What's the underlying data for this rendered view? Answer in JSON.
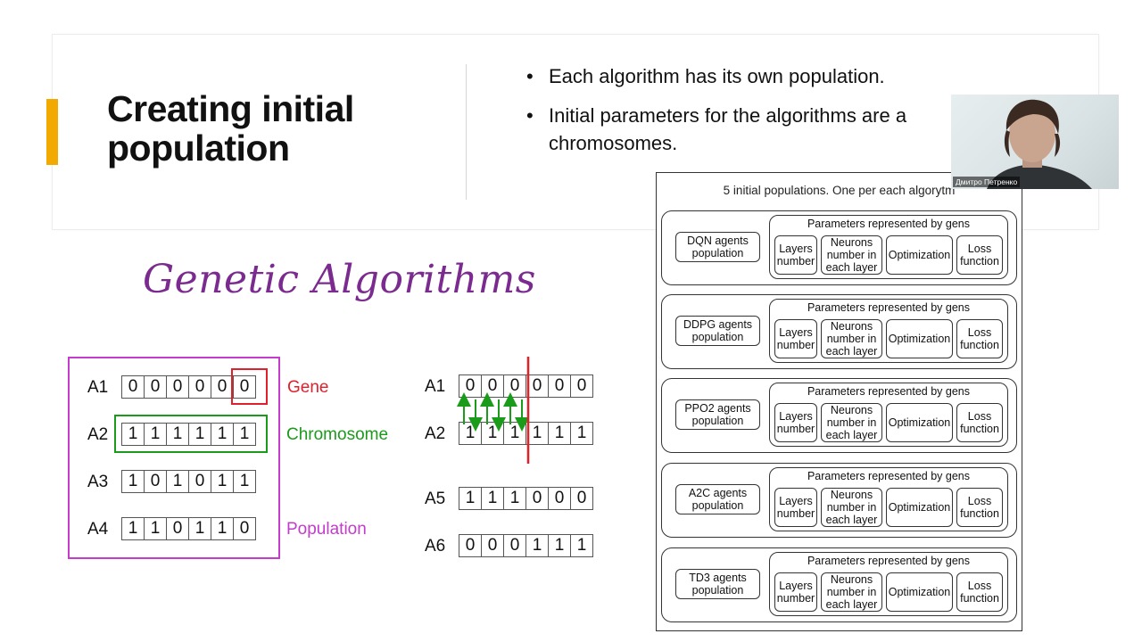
{
  "slide": {
    "title": "Creating initial population",
    "bullets": [
      "Each algorithm has its own population.",
      "Initial parameters for the algorithms are a chromosomes."
    ]
  },
  "ga": {
    "title": "Genetic Algorithms",
    "rows": [
      {
        "label": "A1",
        "bits": [
          "0",
          "0",
          "0",
          "0",
          "0",
          "0"
        ]
      },
      {
        "label": "A2",
        "bits": [
          "1",
          "1",
          "1",
          "1",
          "1",
          "1"
        ]
      },
      {
        "label": "A3",
        "bits": [
          "1",
          "0",
          "1",
          "0",
          "1",
          "1"
        ]
      },
      {
        "label": "A4",
        "bits": [
          "1",
          "1",
          "0",
          "1",
          "1",
          "0"
        ]
      }
    ],
    "annotations": {
      "gene": "Gene",
      "chromosome": "Chromosome",
      "population": "Population"
    },
    "crossover": [
      {
        "label": "A1",
        "bits": [
          "0",
          "0",
          "0",
          "0",
          "0",
          "0"
        ]
      },
      {
        "label": "A2",
        "bits": [
          "1",
          "1",
          "1",
          "1",
          "1",
          "1"
        ]
      },
      {
        "label": "A5",
        "bits": [
          "1",
          "1",
          "1",
          "0",
          "0",
          "0"
        ]
      },
      {
        "label": "A6",
        "bits": [
          "0",
          "0",
          "0",
          "1",
          "1",
          "1"
        ]
      }
    ],
    "colors": {
      "gene": "#e0202a",
      "chromosome": "#1a9b1a",
      "population": "#c43ccc",
      "cut": "#e0202a",
      "arrows": "#1a9b1a"
    }
  },
  "diagram": {
    "caption": "5 initial populations. One per each algorytm",
    "algorithms": [
      {
        "name": "DQN agents population"
      },
      {
        "name": "DDPG agents population"
      },
      {
        "name": "PPO2 agents population"
      },
      {
        "name": "A2C agents population"
      },
      {
        "name": "TD3 agents population"
      }
    ],
    "param_caption": "Parameters represented by gens",
    "params": [
      "Layers number",
      "Neurons number in each layer",
      "Optimization",
      "Loss function"
    ]
  },
  "webcam": {
    "name": "Дмитро Петренко"
  },
  "colors": {
    "accent": "#f2a900",
    "ga_title": "#7b2b8f"
  }
}
